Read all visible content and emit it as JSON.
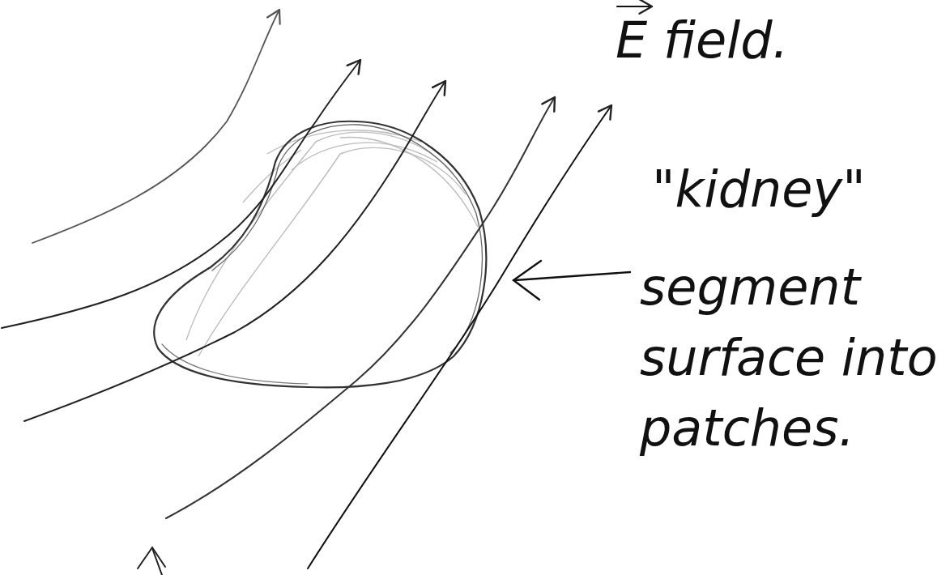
{
  "diagram": {
    "labels": [
      "E field.",
      "\"kidney\"",
      "segment surface into patches."
    ]
  }
}
